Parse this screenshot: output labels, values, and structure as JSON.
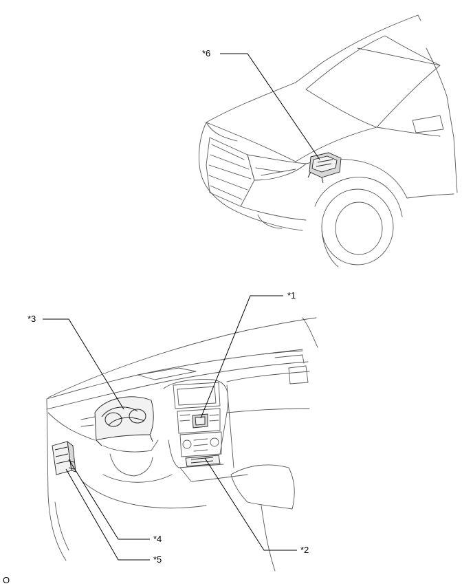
{
  "callouts": {
    "c1": "*1",
    "c2": "*2",
    "c3": "*3",
    "c4": "*4",
    "c5": "*5",
    "c6": "*6"
  },
  "corner_mark": "O"
}
